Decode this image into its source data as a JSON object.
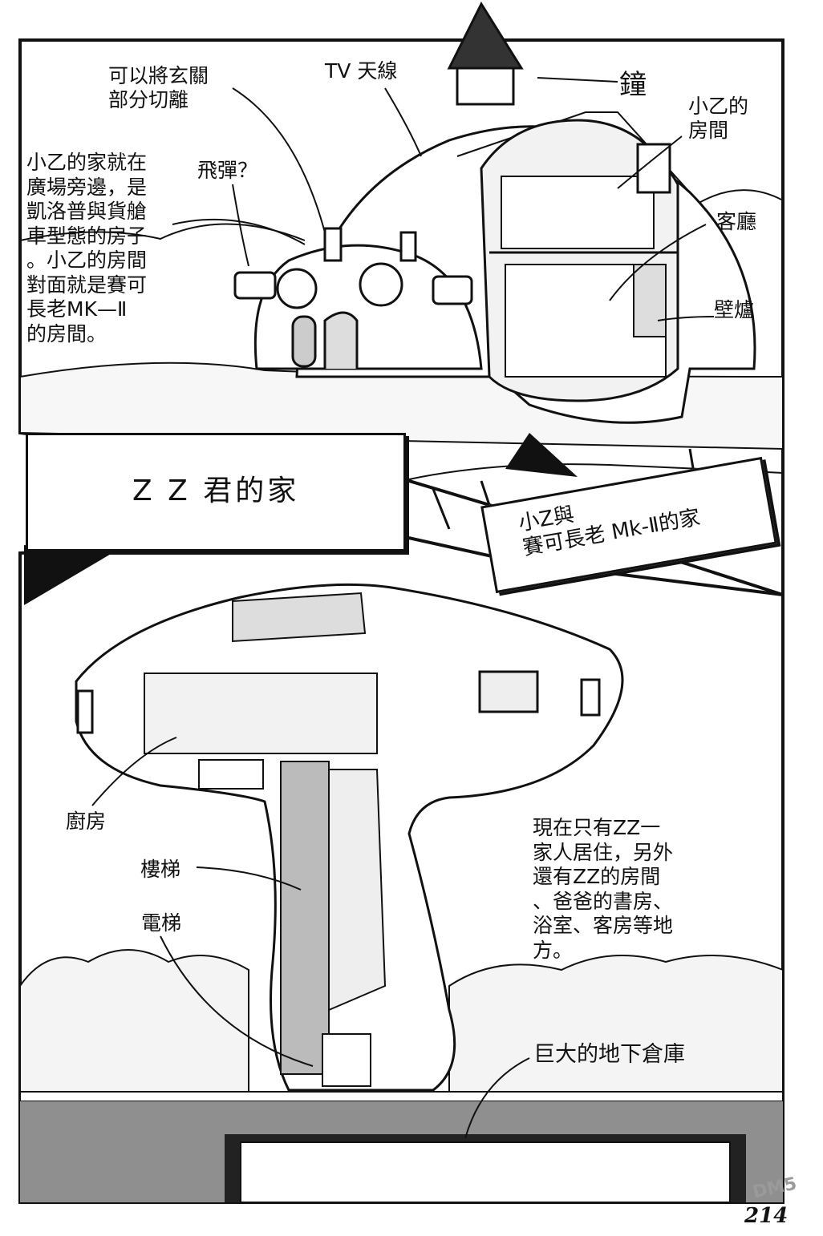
{
  "top_panel": {
    "labels": {
      "entrance": "可以將玄關\n部分切離",
      "tv_antenna": "TV 天線",
      "bell": "鐘",
      "missile": "飛彈？",
      "room": "小乙的\n房間",
      "living_room": "客廳",
      "fireplace": "壁爐",
      "description": "小乙的家就在\n廣場旁邊，是\n凱洛普與貨艙\n車型態的房子\n。小乙的房間\n對面就是賽可\n長老MK—Ⅱ\n的房間。"
    }
  },
  "captions": {
    "zz_home": "Z Z 君的家",
    "xiaoyi_home": "小Z與\n賽可長老 Mk-Ⅱ的家"
  },
  "bottom_panel": {
    "labels": {
      "kitchen": "廚房",
      "stairs": "樓梯",
      "elevator": "電梯",
      "warehouse": "巨大的地下倉庫",
      "description": "現在只有ZZ一\n家人居住，另外\n還有ZZ的房間\n、爸爸的書房、\n浴室、客房等地\n方。"
    }
  },
  "page_number": "214",
  "watermark": "DM5"
}
